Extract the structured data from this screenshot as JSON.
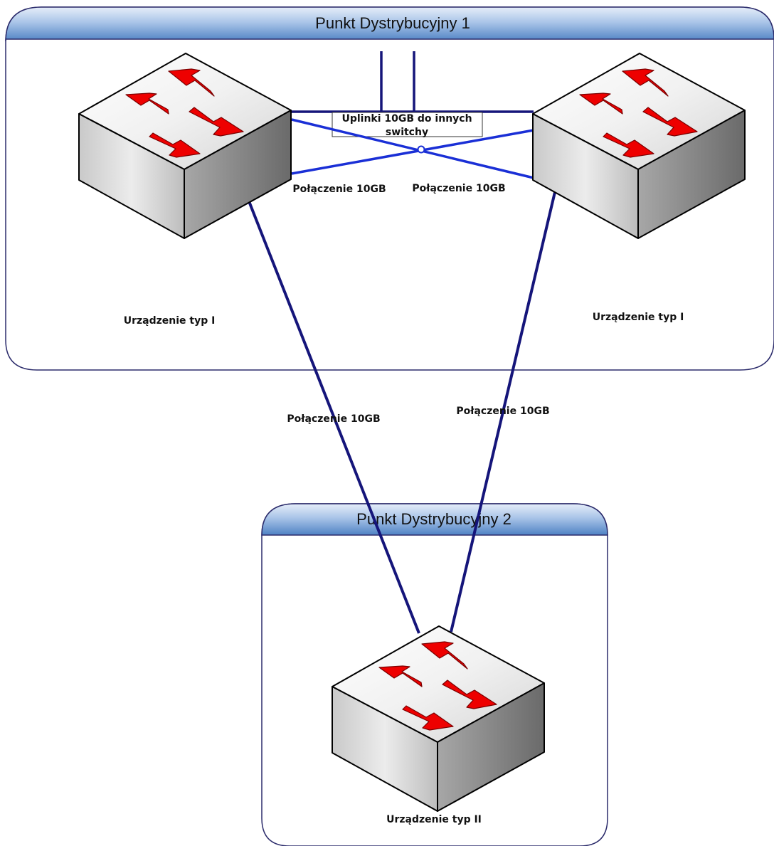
{
  "regions": {
    "pd1": {
      "title": "Punkt Dystrybucyjny 1"
    },
    "pd2": {
      "title": "Punkt Dystrybucyjny 2"
    }
  },
  "uplinks": {
    "label_line1": "Uplinki 10GB do innych",
    "label_line2": "switchy"
  },
  "connections": {
    "cross_left": "Połączenie 10GB",
    "cross_right": "Połączenie 10GB",
    "down_left": "Połączenie 10GB",
    "down_right": "Połączenie 10GB"
  },
  "devices": {
    "switch_left": {
      "label": "Urządzenie typ I"
    },
    "switch_right": {
      "label": "Urządzenie typ I"
    },
    "switch_bottom": {
      "label": "Urządzenie typ II"
    }
  },
  "colors": {
    "header_top": "#dbe8f7",
    "header_bottom": "#5b8cc8",
    "region_border": "#2b2b6b",
    "link_dark": "#15157a",
    "link_bright": "#1a2fd6",
    "arrow_red": "#ee0000"
  }
}
